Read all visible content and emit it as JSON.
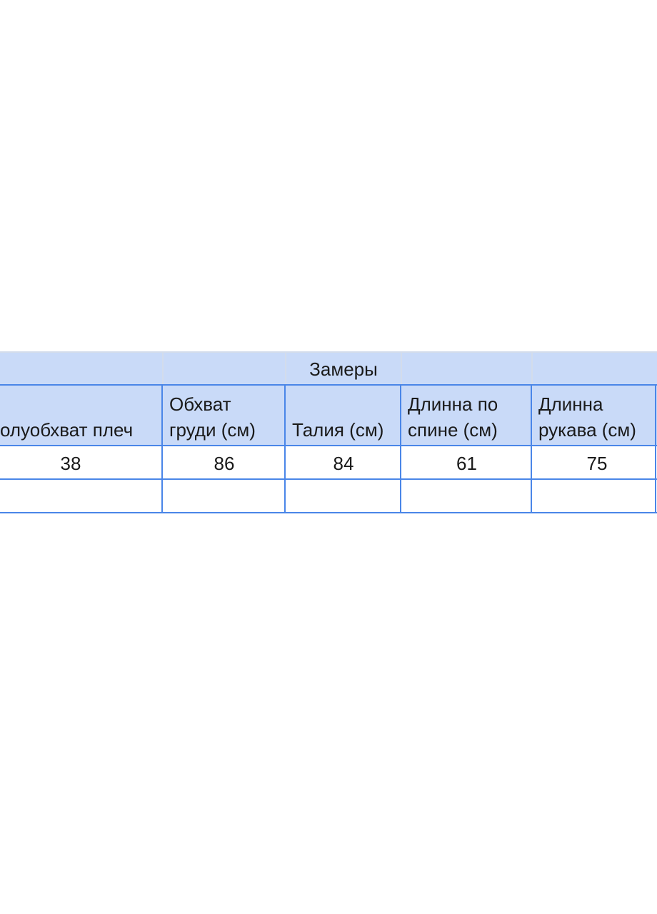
{
  "table": {
    "title": "Замеры",
    "headers": [
      {
        "lines": [
          "олуобхват плеч"
        ]
      },
      {
        "lines": [
          "Обхват",
          "груди (см)"
        ]
      },
      {
        "lines": [
          "Талия (см)"
        ]
      },
      {
        "lines": [
          "Длинна по",
          "спине (см)"
        ]
      },
      {
        "lines": [
          "Длинна",
          "рукава (см)"
        ]
      }
    ],
    "rows": [
      [
        "38",
        "86",
        "84",
        "61",
        "75"
      ],
      [
        "",
        "",
        "",
        "",
        ""
      ]
    ]
  },
  "colors": {
    "header_fill": "#c9daf8",
    "grid_strong": "#4a86e8",
    "grid_light": "#d3dceb"
  }
}
